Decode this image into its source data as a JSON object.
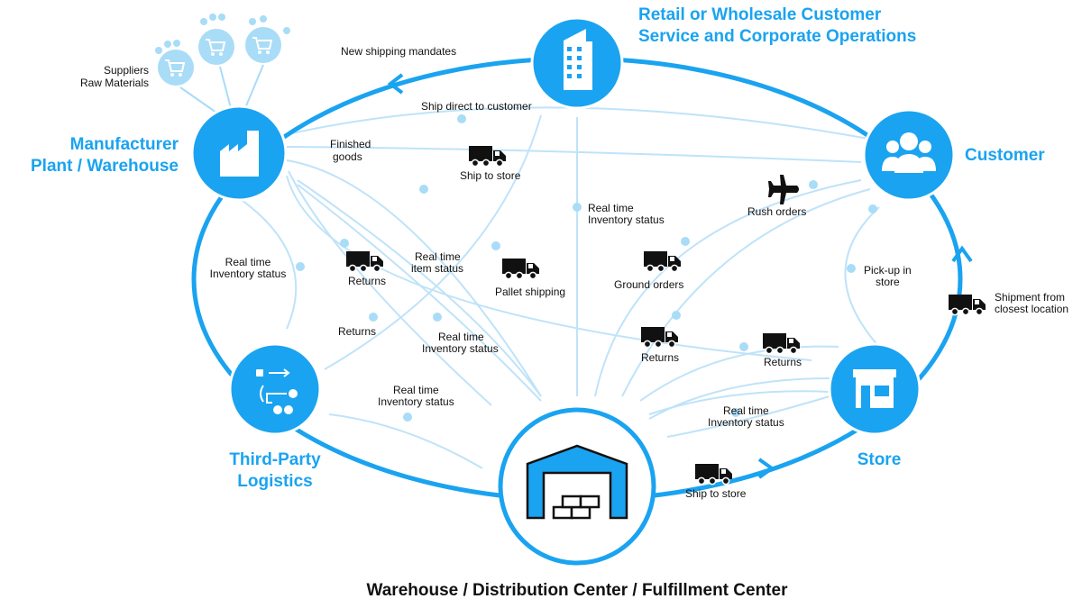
{
  "nodes": {
    "corporate": {
      "title_line1": "Retail or Wholesale Customer",
      "title_line2": "Service and Corporate Operations",
      "icon": "building-icon"
    },
    "manufacturer": {
      "title_line1": "Manufacturer",
      "title_line2": "Plant / Warehouse",
      "icon": "factory-icon"
    },
    "customer": {
      "title": "Customer",
      "icon": "people-icon"
    },
    "third_party": {
      "title_line1": "Third-Party",
      "title_line2": "Logistics",
      "icon": "workflow-icon"
    },
    "store": {
      "title": "Store",
      "icon": "storefront-icon"
    },
    "warehouse": {
      "title": "Warehouse / Distribution Center / Fulfillment Center",
      "icon": "warehouse-icon"
    }
  },
  "suppliers": {
    "line1": "Suppliers",
    "line2": "Raw Materials",
    "icon": "shopping-cart-icon"
  },
  "labels": {
    "new_shipping_mandates": "New shipping mandates",
    "ship_direct_to_customer": "Ship direct to customer",
    "finished_goods_1": "Finished",
    "finished_goods_2": "goods",
    "ship_to_store_top": "Ship to store",
    "rt_inventory_center_1": "Real time",
    "rt_inventory_center_2": "Inventory status",
    "rush_orders": "Rush orders",
    "rt_inventory_left_1": "Real time",
    "rt_inventory_left_2": "Inventory status",
    "returns_left": "Returns",
    "rt_item_status_1": "Real time",
    "rt_item_status_2": "item status",
    "pallet_shipping": "Pallet shipping",
    "ground_orders": "Ground orders",
    "pickup_1": "Pick-up in",
    "pickup_2": "store",
    "shipment_closest_1": "Shipment from",
    "shipment_closest_2": "closest location",
    "returns_mid_left": "Returns",
    "rt_inventory_mid_1": "Real time",
    "rt_inventory_mid_2": "Inventory status",
    "returns_center": "Returns",
    "returns_right": "Returns",
    "rt_inventory_3pl_1": "Real time",
    "rt_inventory_3pl_2": "Inventory status",
    "rt_inventory_store_1": "Real time",
    "rt_inventory_store_2": "Inventory status",
    "ship_to_store_bottom": "Ship to store"
  },
  "colors": {
    "accent": "#1aa3f0",
    "flow": "#bfe3f9",
    "icon_dark": "#111111",
    "supplier_bubble": "#a9dcf7"
  }
}
